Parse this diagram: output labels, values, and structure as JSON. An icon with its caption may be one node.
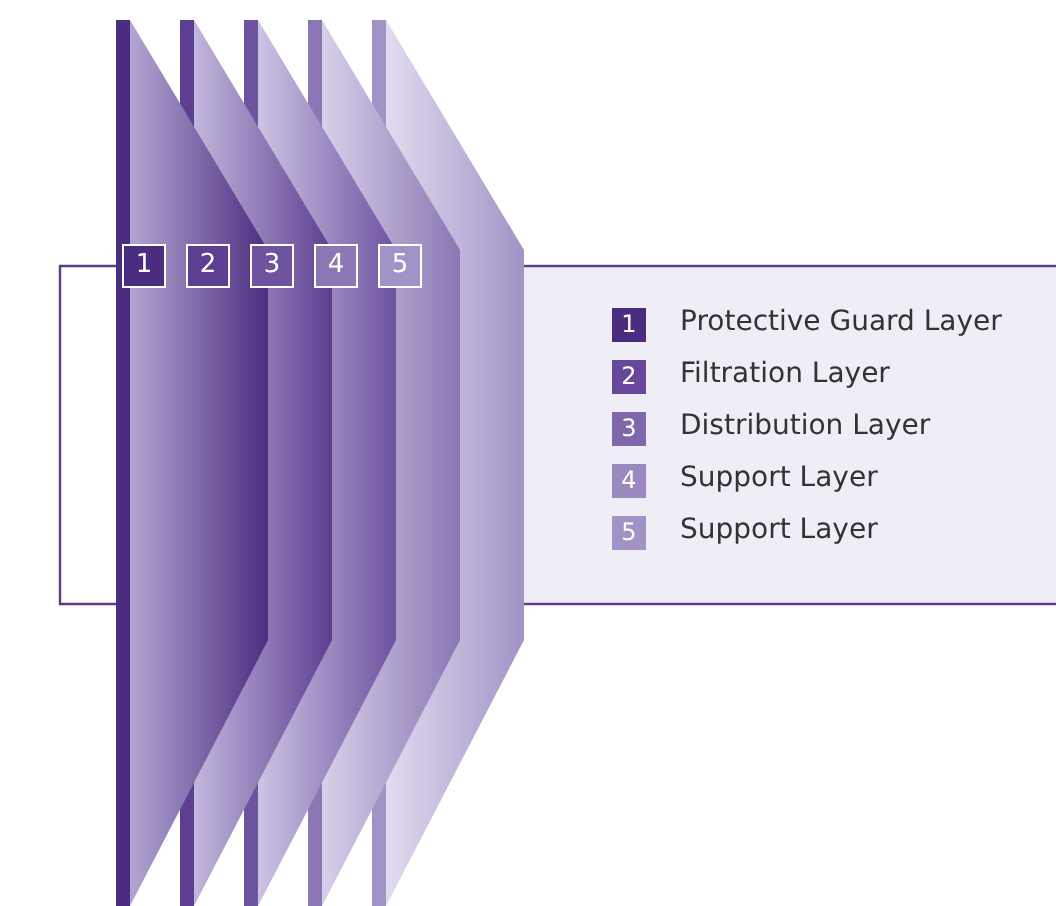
{
  "diagram": {
    "nodes": [
      {
        "text": [
          "1"
        ]
      },
      {
        "text": [
          "2"
        ]
      },
      {
        "text": [
          "3"
        ]
      },
      {
        "text": [
          "4"
        ]
      },
      {
        "text": [
          "5"
        ]
      }
    ],
    "labels": [
      "1",
      "2",
      "3",
      "4",
      "5"
    ],
    "legend": [
      {
        "text": "Protective Guard Layer",
        "color": "#4b2d80"
      },
      {
        "text": "Filtration Layer",
        "color": "#68489a"
      },
      {
        "text": "Distribution Layer",
        "color": "#8067ac"
      },
      {
        "text": "Support Layer",
        "color": "#9a89be"
      },
      {
        "text": "Support Layer",
        "color": "#a193c6"
      }
    ]
  }
}
